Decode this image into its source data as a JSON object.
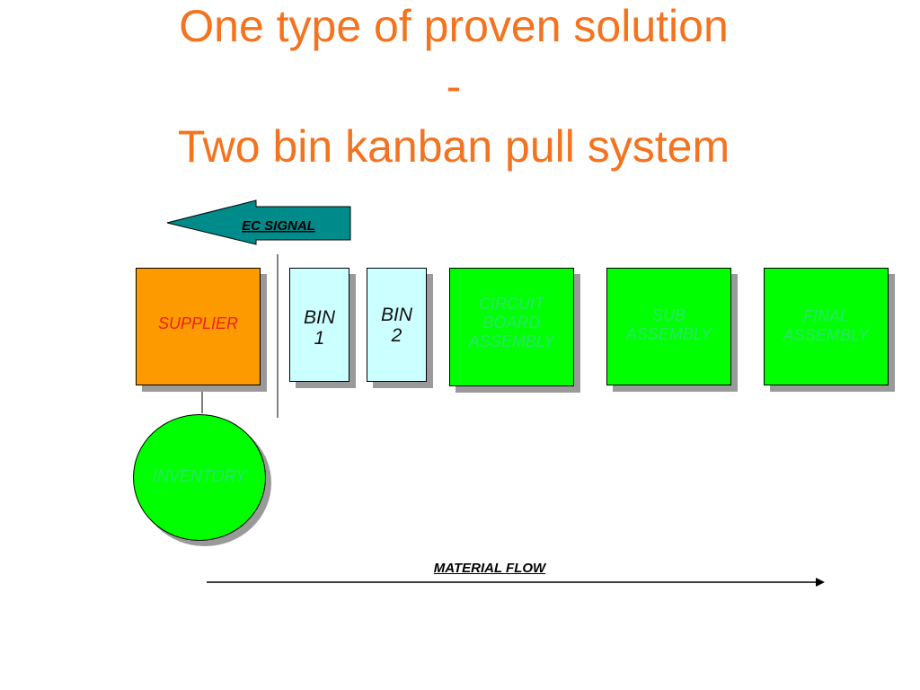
{
  "title": {
    "line1": "One type of proven solution",
    "line2": "-",
    "line3": "Two bin kanban pull system"
  },
  "signal": {
    "label": "EC SIGNAL",
    "fill": "#008b8b"
  },
  "nodes": {
    "supplier": {
      "label": "SUPPLIER",
      "fill": "#fd9a00"
    },
    "bin1": {
      "line1": "BIN",
      "line2": "1",
      "fill": "#ccffff"
    },
    "bin2": {
      "line1": "BIN",
      "line2": "2",
      "fill": "#ccffff"
    },
    "circuit_board_assembly": {
      "line1": "CIRCUIT",
      "line2": "BOARD",
      "line3": "ASSEMBLY",
      "fill": "#00ff00"
    },
    "sub_assembly": {
      "line1": "SUB",
      "line2": "ASSEMBLY",
      "fill": "#00ff00"
    },
    "final_assembly": {
      "line1": "FINAL",
      "line2": "ASSEMBLY",
      "fill": "#00ff00"
    },
    "inventory": {
      "label": "INVENTORY",
      "fill": "#00ff00"
    }
  },
  "flow": {
    "label": "MATERIAL FLOW"
  },
  "colors": {
    "title": "#f5721e",
    "process_text": "#2ae36a",
    "supplier_text": "#ed1f24",
    "shadow": "#9a9a9a"
  }
}
